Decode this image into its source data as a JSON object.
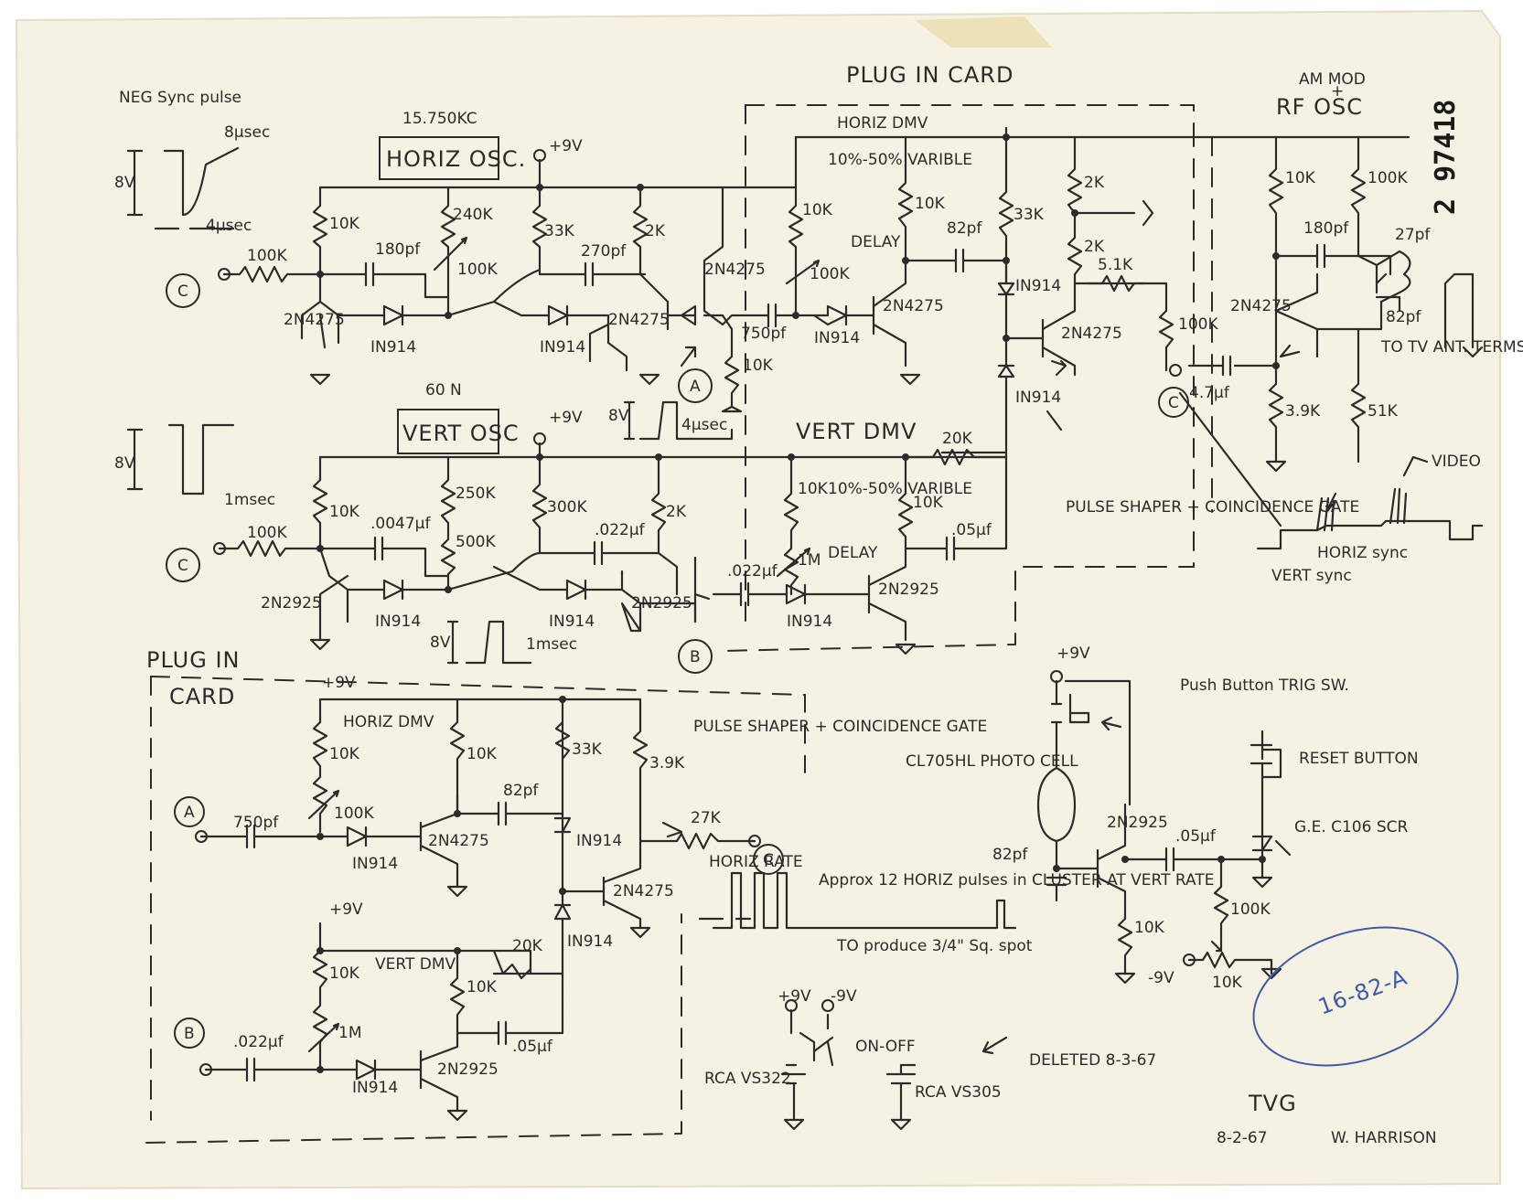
{
  "labels": {
    "neg_sync": "NEG Sync pulse",
    "sync_w1": "8μsec",
    "sync_amp": "8V",
    "sync_w2": "4μsec",
    "freq_h": "15.750KC",
    "h_osc": "HORIZ OSC.",
    "freq_v": "60 N",
    "v_osc": "VERT OSC",
    "vsync_amp": "8V",
    "vsync_w": "1msec",
    "plug_card": "PLUG IN CARD",
    "horiz_dmv": "HORIZ DMV",
    "vert_dmv": "VERT DMV",
    "am_mod": "AM MOD",
    "plus": "+",
    "rf_osc": "RF OSC",
    "vert_pct": "10%-50% VARIBLE",
    "delay": "DELAY",
    "pulse_shaper": "PULSE SHAPER + COINCIDENCE GATE",
    "to_tv": "TO TV ANT. TERMS.",
    "video": "VIDEO",
    "horiz_sync": "HORIZ sync",
    "vert_sync": "VERT sync",
    "pulse_a_amp": "8V",
    "pulse_a_w": "4μsec",
    "pulse_b_amp": "8V",
    "pulse_b_w": "1msec",
    "plug_in": "PLUG IN",
    "card": "CARD",
    "horiz_rate": "HORIZ RATE",
    "cluster_note": "Approx 12 HORIZ pulses in CLUSTER AT VERT RATE",
    "spot_note": "TO produce 3/4\" Sq. spot",
    "push_button": "Push Button TRIG SW.",
    "reset_button": "RESET BUTTON",
    "photo_cell": "CL705HL PHOTO CELL",
    "scr": "G.E. C106 SCR",
    "rca1": "RCA VS322",
    "rca2": "RCA VS305",
    "on_off": "ON-OFF",
    "deleted": "DELETED 8-3-67",
    "tvg": "TVG",
    "date": "8-2-67",
    "author": "W. HARRISON",
    "stamp": "2 97418",
    "code": "16-82-A",
    "plus9v": "+9V",
    "minus9v": "-9V",
    "node_a": "A",
    "node_b": "B",
    "node_c": "C"
  },
  "components": {
    "h_osc": [
      "100K",
      "10K",
      "180pf",
      "240K",
      "100K",
      "IN914",
      "2N4275",
      "33K",
      "270pf",
      "2K",
      "2N4275",
      "2N4275",
      "IN914",
      "750pf",
      "10K"
    ],
    "v_osc": [
      "100K",
      "10K",
      ".0047μf",
      "250K",
      "500K",
      "300K",
      ".022μf",
      "2K",
      "2N2925",
      "IN914",
      "IN914",
      "2N2925"
    ],
    "h_dmv": [
      "10K",
      "100K",
      "10K",
      "82pf",
      "2N4275",
      "IN914"
    ],
    "pulse_gate": [
      "33K",
      "IN914",
      "2K",
      "2K",
      "5.1K",
      "100K",
      "2N4275",
      "IN914"
    ],
    "v_dmv": [
      "20K",
      "10K",
      "10K",
      "1M",
      ".022μf",
      ".05μf",
      "IN914",
      "2N2925"
    ],
    "rf_osc": [
      "10K",
      "100K",
      "180pf",
      "27pf",
      "82pf",
      "2N4275",
      "4.7μf",
      "3.9K",
      "51K"
    ],
    "card_h": [
      "10K",
      "100K",
      "10K",
      "750pf",
      "IN914",
      "82pf",
      "2N4275",
      "33K",
      "IN914",
      "IN914",
      "2N4275",
      "3.9K",
      "27K"
    ],
    "card_v": [
      "10K",
      "10K",
      "1M",
      ".022μf",
      "IN914",
      "20K",
      ".05μf",
      "2N2925"
    ],
    "trigger": [
      "82pf",
      "2N2925",
      ".05μf",
      "10K",
      "100K",
      "10K"
    ]
  },
  "colors": {
    "ink": "#2b2b2b",
    "paper": "#f6f2e3",
    "blue_ink": "#3e5aa8",
    "tape": "#ebdcae"
  }
}
